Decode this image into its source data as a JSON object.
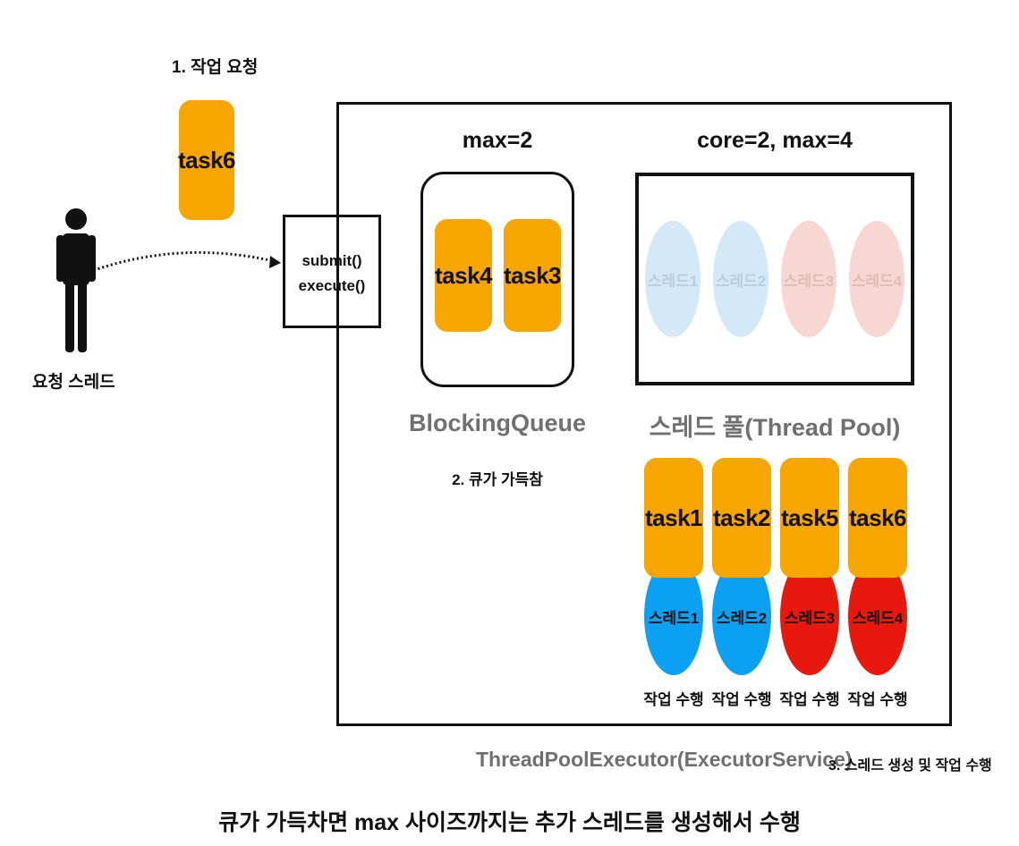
{
  "step1_label": "1. 작업 요청",
  "request_task": "task6",
  "requester_label": "요청 스레드",
  "api": {
    "submit": "submit()",
    "execute": "execute()"
  },
  "queue": {
    "max_label": "max=2",
    "tasks": [
      "task4",
      "task3"
    ],
    "name": "BlockingQueue",
    "step2_label": "2. 큐가 가득참"
  },
  "pool": {
    "size_label": "core=2, max=4",
    "idle_threads": [
      "스레드1",
      "스레드2",
      "스레드3",
      "스레드4"
    ],
    "name": "스레드 풀(Thread Pool)",
    "workers": [
      {
        "task": "task1",
        "thread": "스레드1",
        "status": "작업 수행"
      },
      {
        "task": "task2",
        "thread": "스레드2",
        "status": "작업 수행"
      },
      {
        "task": "task5",
        "thread": "스레드3",
        "status": "작업 수행"
      },
      {
        "task": "task6",
        "thread": "스레드4",
        "status": "작업 수행"
      }
    ]
  },
  "executor_label": "ThreadPoolExecutor(ExecutorService)",
  "step3_label": "3. 스레드 생성 및 작업 수행",
  "caption": "큐가 가득차면 max 사이즈까지는 추가 스레드를 생성해서 수행",
  "colors": {
    "task": "#f7a600",
    "core_thread": "#0aa1f3",
    "extra_thread": "#e8180c",
    "core_thread_faded": "#d4e9f7",
    "extra_thread_faded": "#f8d7d2",
    "gray_text": "#707070"
  }
}
